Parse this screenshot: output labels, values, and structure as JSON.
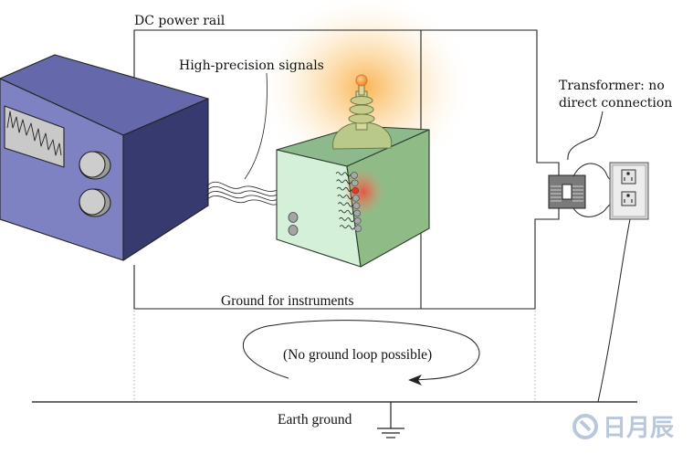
{
  "labels": {
    "dc_power_rail": "DC power rail",
    "high_precision_signals": "High-precision signals",
    "transformer_line1": "Transformer: no",
    "transformer_line2": "direct connection",
    "ground_for_instruments": "Ground for instruments",
    "no_ground_loop": "(No ground loop possible)",
    "earth_ground": "Earth ground"
  },
  "components": {
    "left_instrument": {
      "name": "oscilloscope-instrument",
      "knob_count": 2
    },
    "center_instrument": {
      "name": "high-voltage-instrument",
      "indicator_count": 8,
      "active_indicator_index": 2,
      "front_knob_count": 2
    },
    "transformer": {
      "name": "isolation-transformer"
    },
    "wall_outlet": {
      "name": "wall-outlet",
      "socket_count": 2
    }
  },
  "colors": {
    "left_instrument_front": "#7f82c2",
    "left_instrument_top": "#6569ab",
    "left_instrument_side": "#363a6e",
    "center_instrument_front": "#d4f0d8",
    "center_instrument_top": "#8cba8c",
    "center_instrument_side": "#8fbb87",
    "glow": "#f9b44a",
    "indicator_active": "#e8322a",
    "transformer": "#7a7a7a",
    "watermark": "#b9c7dc"
  },
  "watermark": {
    "text": "日月辰"
  }
}
